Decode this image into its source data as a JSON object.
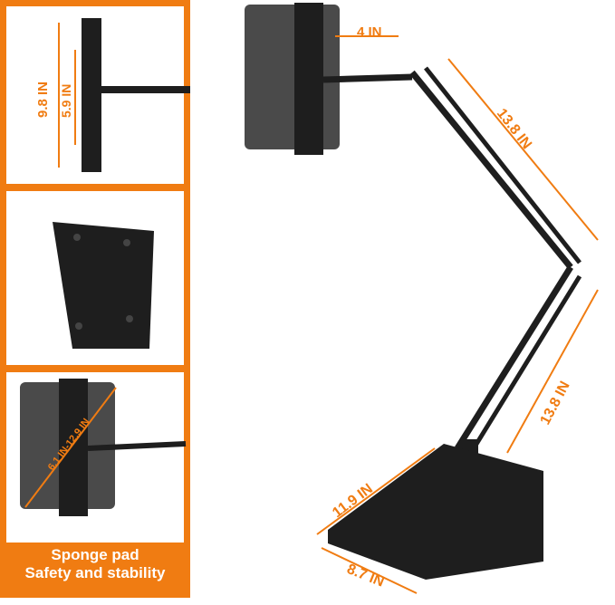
{
  "left_panels": {
    "top": {
      "height_label": "9.8 IN",
      "inner_label": "5.9 IN"
    },
    "bottom": {
      "diagonal_label": "6.1 IN-12.9 IN"
    },
    "caption": {
      "line1": "Sponge pad",
      "line2": "Safety and stability"
    }
  },
  "main": {
    "clamp_label": "4 IN",
    "upper_arm_label": "13.8 IN",
    "lower_arm_label": "13.8 IN",
    "base_length_label": "11.9 IN",
    "base_width_label": "8.7 IN"
  },
  "colors": {
    "accent": "#f07c12",
    "product": "#1e1e1e",
    "tablet": "#4a4a4a"
  }
}
